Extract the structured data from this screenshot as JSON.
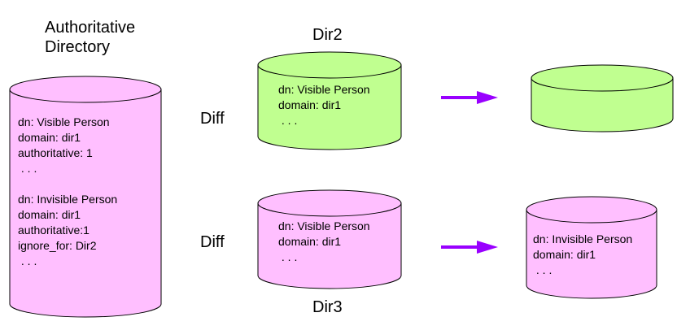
{
  "colors": {
    "pink": "#ffbfff",
    "green": "#c0ff90",
    "arrow": "#9900ff",
    "outline": "#000000"
  },
  "labels": {
    "authoritative_title_line1": "Authoritative",
    "authoritative_title_line2": "Directory",
    "dir2": "Dir2",
    "dir3": "Dir3",
    "diff_top": "Diff",
    "diff_bottom": "Diff"
  },
  "authoritative_db": {
    "record1": [
      "dn: Visible Person",
      "domain: dir1",
      "authoritative: 1",
      " . . ."
    ],
    "record2": [
      "dn: Invisible Person",
      "domain: dir1",
      "authoritative:1",
      "ignore_for: Dir2",
      " . . ."
    ]
  },
  "dir2_db": {
    "lines": [
      "dn: Visible Person",
      "domain: dir1",
      " . . ."
    ]
  },
  "dir3_db": {
    "lines": [
      "dn: Visible Person",
      "domain: dir1",
      " . . ."
    ]
  },
  "result_top_db": {
    "lines": []
  },
  "result_bottom_db": {
    "lines": [
      "dn: Invisible Person",
      "domain: dir1",
      " . . ."
    ]
  }
}
